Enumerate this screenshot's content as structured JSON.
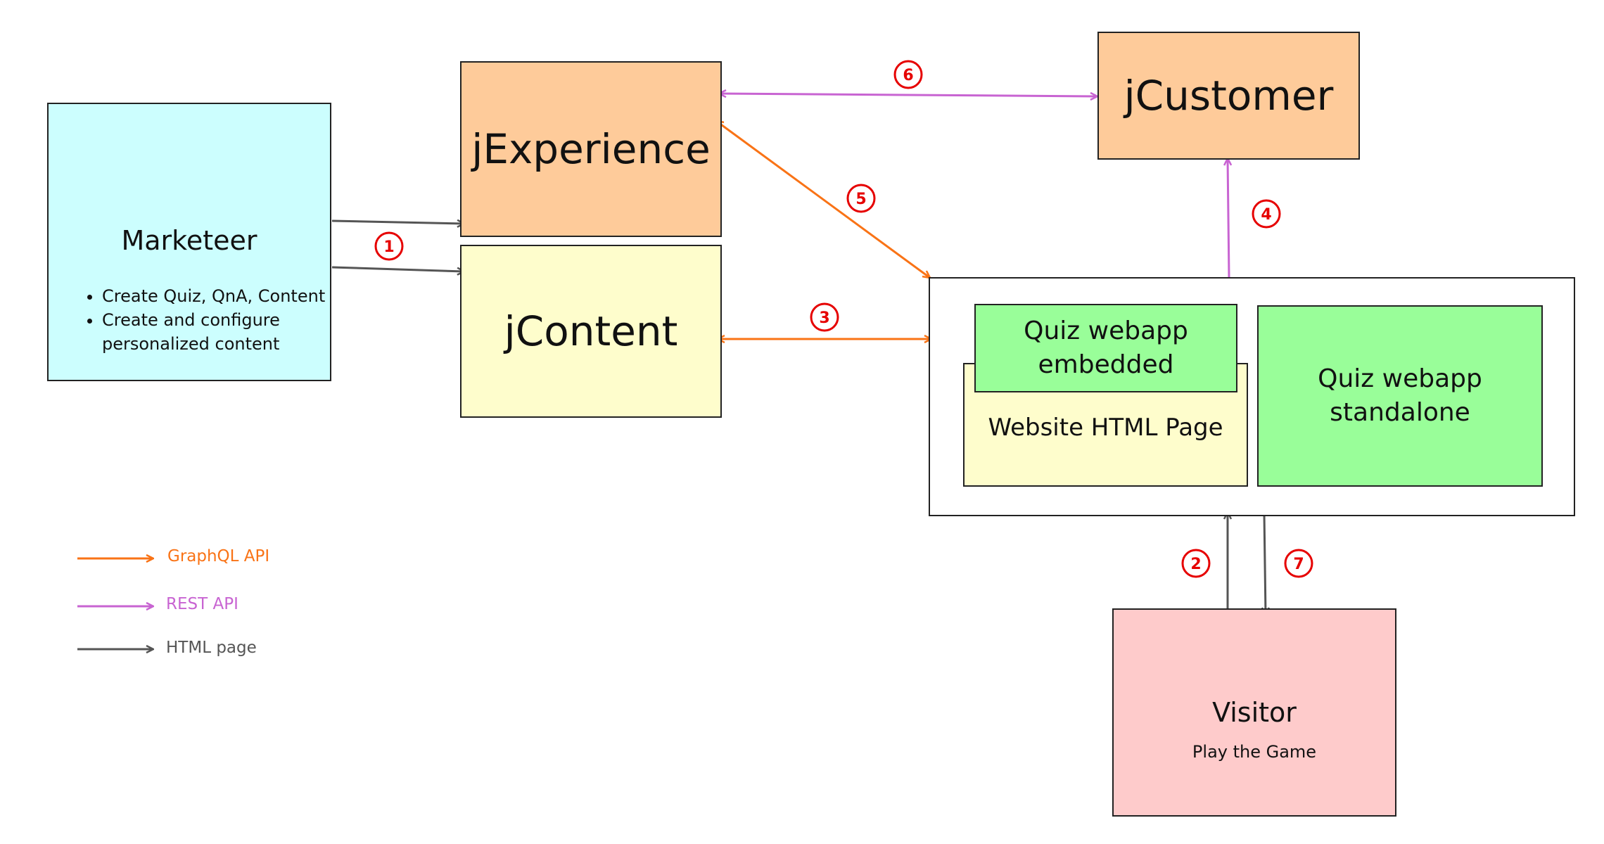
{
  "nodes": {
    "marketeer": {
      "title": "Marketeer",
      "bullets": [
        "Create Quiz, QnA, Content",
        "Create and configure personalized content"
      ],
      "color": "#ccfefe"
    },
    "jexperience": {
      "title": "jExperience",
      "color": "#fecb9a"
    },
    "jcontent": {
      "title": "jContent",
      "color": "#fefdcc"
    },
    "jcustomer": {
      "title": "jCustomer",
      "color": "#fecb9a"
    },
    "website_container": {
      "color": "#ffffff"
    },
    "quiz_embedded": {
      "line1": "Quiz webapp",
      "line2": "embedded",
      "color": "#99fe99"
    },
    "website_page": {
      "title": "Website HTML Page",
      "color": "#fefdcc"
    },
    "quiz_standalone": {
      "line1": "Quiz webapp",
      "line2": "standalone",
      "color": "#99fe99"
    },
    "visitor": {
      "title": "Visitor",
      "subtitle": "Play the Game",
      "color": "#fecbcb"
    }
  },
  "steps": [
    "1",
    "2",
    "3",
    "4",
    "5",
    "6",
    "7"
  ],
  "legend": [
    {
      "label": "GraphQL API",
      "color": "#f97316"
    },
    {
      "label": "REST API",
      "color": "#c864d2"
    },
    {
      "label": "HTML page",
      "color": "#555555"
    }
  ],
  "colors": {
    "badge": "#e60000",
    "graphql": "#f97316",
    "rest": "#c864d2",
    "html": "#555555"
  }
}
